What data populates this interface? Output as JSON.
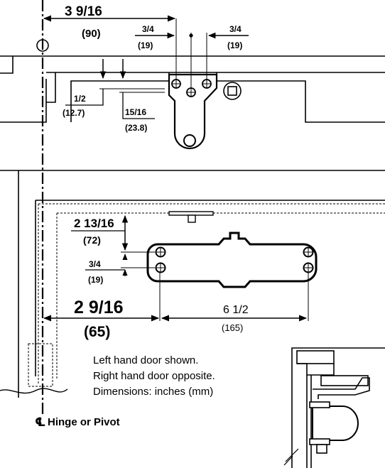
{
  "dims": {
    "top_width_in": "3 9/16",
    "top_width_mm": "(90)",
    "left_arm_in": "3/4",
    "left_arm_mm": "(19)",
    "right_arm_in": "3/4",
    "right_arm_mm": "(19)",
    "half_in": "1/2",
    "half_mm": "(12.7)",
    "fifteen_in": "15/16",
    "fifteen_mm": "(23.8)",
    "closer_top_in": "2 13/16",
    "closer_top_mm": "(72)",
    "closer_hole_in": "3/4",
    "closer_hole_mm": "(19)",
    "hinge_to_closer_in": "2 9/16",
    "hinge_to_closer_mm": "(65)",
    "closer_holes_in": "6 1/2",
    "closer_holes_mm": "(165)"
  },
  "notes": {
    "line1": "Left hand door shown.",
    "line2": "Right hand door opposite.",
    "line3": "Dimensions: inches (mm)"
  },
  "centerline": {
    "symbol": "℄",
    "label": "Hinge or Pivot"
  }
}
